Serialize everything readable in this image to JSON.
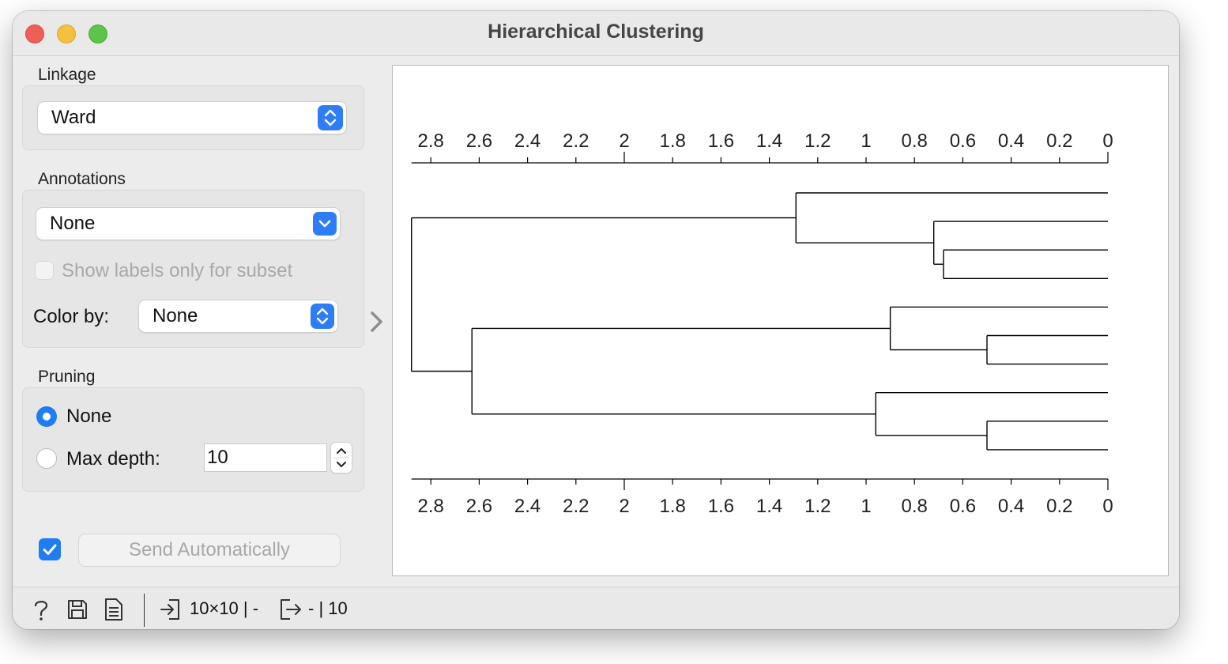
{
  "window": {
    "title": "Hierarchical Clustering"
  },
  "linkage": {
    "section_label": "Linkage",
    "selected": "Ward"
  },
  "annotations": {
    "section_label": "Annotations",
    "selected": "None",
    "subset_label": "Show labels only for subset",
    "color_by_label": "Color by:",
    "color_by_selected": "None"
  },
  "pruning": {
    "section_label": "Pruning",
    "option_none": "None",
    "option_max_depth": "Max depth:",
    "selected_option": "None",
    "max_depth_value": "10"
  },
  "output": {
    "auto_send_checked": true,
    "send_label": "Send Automatically"
  },
  "status": {
    "input_summary": "10×10 | -",
    "output_summary": "- | 10"
  },
  "icons": {
    "help": "question-mark-icon",
    "save": "floppy-disk-icon",
    "report": "document-icon",
    "input": "input-arrow-icon",
    "output": "output-arrow-icon",
    "collapse": "chevron-right-icon"
  },
  "colors": {
    "accent": "#1f7cf2",
    "line": "#000000"
  },
  "chart_data": {
    "type": "dendrogram",
    "axis_ticks": [
      "2.8",
      "2.6",
      "2.4",
      "2.2",
      "2",
      "1.8",
      "1.6",
      "1.4",
      "1.2",
      "1",
      "0.8",
      "0.6",
      "0.4",
      "0.2",
      "0"
    ],
    "x_range": [
      2.88,
      0
    ],
    "leaf_count": 10,
    "merges": [
      {
        "a": "L2",
        "b": "L3",
        "height": 0.68
      },
      {
        "a": "L1",
        "b": "N0",
        "height": 0.72
      },
      {
        "a": "L0",
        "b": "N1",
        "height": 1.29
      },
      {
        "a": "L5",
        "b": "L6",
        "height": 0.5
      },
      {
        "a": "L4",
        "b": "N3",
        "height": 0.9
      },
      {
        "a": "L8",
        "b": "L9",
        "height": 0.5
      },
      {
        "a": "L7",
        "b": "N5",
        "height": 0.96
      },
      {
        "a": "N4",
        "b": "N6",
        "height": 2.63
      },
      {
        "a": "N2",
        "b": "N7",
        "height": 2.88
      }
    ]
  }
}
